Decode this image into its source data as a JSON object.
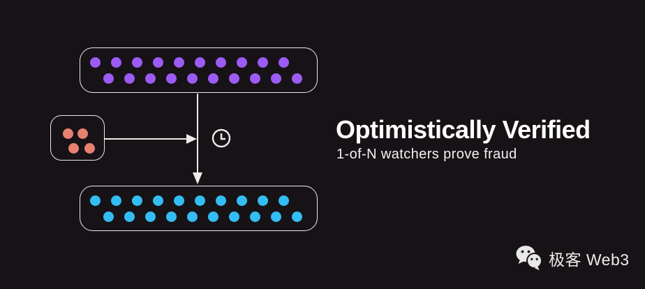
{
  "background": "#171216",
  "caption": {
    "heading": "Optimistically Verified",
    "subheading": "1-of-N watchers prove fraud"
  },
  "diagram": {
    "stroke_color": "#ecebec",
    "top_group": {
      "label": "upper-node-set",
      "dot_color": "#9c5bf5",
      "rows": [
        10,
        10
      ]
    },
    "watcher_group": {
      "label": "watcher-set",
      "dot_color": "#e8806f",
      "rows": [
        2,
        2
      ]
    },
    "bottom_group": {
      "label": "lower-node-set",
      "dot_color": "#33bdf2",
      "rows": [
        10,
        10
      ]
    },
    "icons": {
      "clock": "clock-icon",
      "wechat": "wechat-icon"
    }
  },
  "watermark": {
    "label": "极客 Web3"
  }
}
